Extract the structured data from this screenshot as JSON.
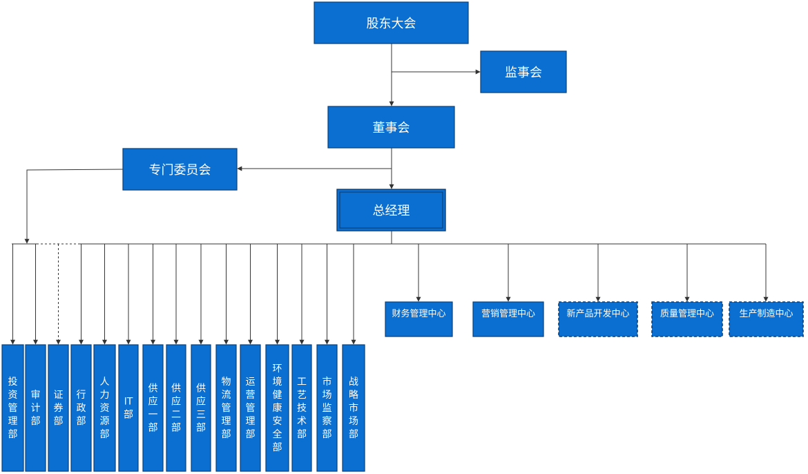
{
  "colors": {
    "box_fill": "#0a6fd0",
    "box_border": "#0a3f7a",
    "connector": "#333333",
    "text": "#ffffff"
  },
  "nodes": {
    "shareholders": "股东大会",
    "supervisors": "监事会",
    "board": "董事会",
    "committee": "专门委员会",
    "gm": "总经理"
  },
  "departments": [
    "投资管理部",
    "审计部",
    "证券部",
    "行政部",
    "人力资源部",
    "IT部",
    "供应一部",
    "供应二部",
    "供应三部",
    "物流管理部",
    "运营管理部",
    "环境健康安全部",
    "工艺技术部",
    "市场监察部",
    "战略市场部"
  ],
  "centers": [
    "财务管理中心",
    "营销管理中心",
    "新产品开发中心",
    "质量管理中心",
    "生产制造中心"
  ]
}
